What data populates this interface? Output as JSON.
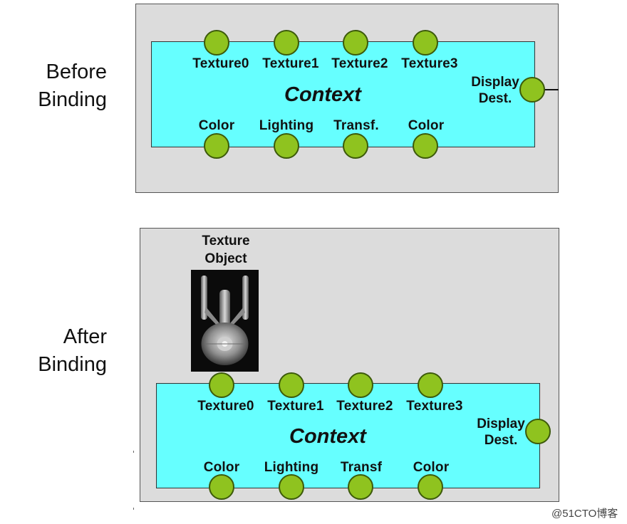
{
  "before": {
    "side_label": "Before\nBinding",
    "context_title": "Context",
    "top_ports": [
      "Texture0",
      "Texture1",
      "Texture2",
      "Texture3"
    ],
    "bottom_ports": [
      "Color",
      "Lighting",
      "Transf.",
      "Color"
    ],
    "display_label": "Display\nDest."
  },
  "after": {
    "side_label": "After\nBinding",
    "texture_object_caption": "Texture\nObject",
    "context_title": "Context",
    "top_ports": [
      "Texture0",
      "Texture1",
      "Texture2",
      "Texture3"
    ],
    "bottom_ports": [
      "Color",
      "Lighting",
      "Transf",
      "Color"
    ],
    "display_label": "Display\nDest."
  },
  "watermark": "@51CTO博客",
  "colors": {
    "panel": "#dcdcdc",
    "context": "#66ffff",
    "port": "#8fc31f"
  }
}
